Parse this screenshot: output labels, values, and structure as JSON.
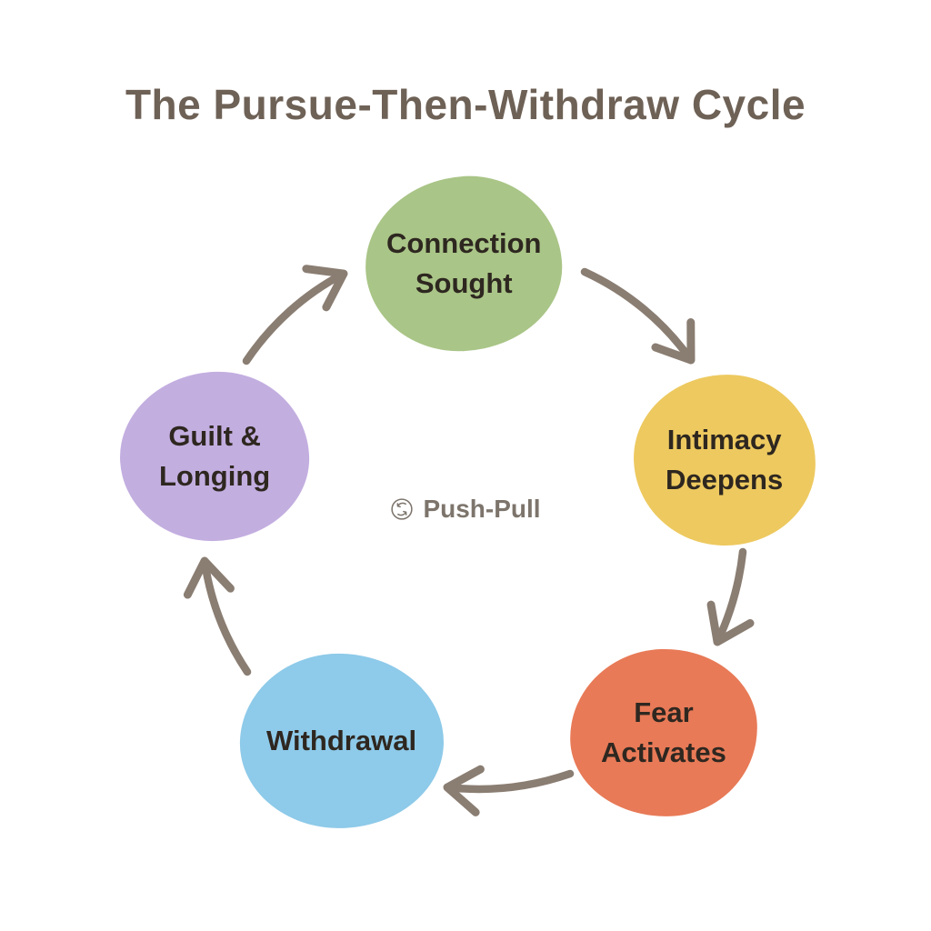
{
  "title": "The Pursue-Then-Withdraw Cycle",
  "center_label": {
    "icon": "cycle-arrows-icon",
    "text": "Push-Pull"
  },
  "nodes": [
    {
      "name": "connection-sought",
      "label": "Connection\nSought",
      "color": "#a9c587",
      "position": "top"
    },
    {
      "name": "intimacy-deepens",
      "label": "Intimacy\nDeepens",
      "color": "#edc95f",
      "position": "right"
    },
    {
      "name": "fear-activates",
      "label": "Fear\nActivates",
      "color": "#e87a57",
      "position": "bottom-right"
    },
    {
      "name": "withdrawal",
      "label": "Withdrawal",
      "color": "#8ecae9",
      "position": "bottom-left"
    },
    {
      "name": "guilt-longing",
      "label": "Guilt &\nLonging",
      "color": "#c3aee0",
      "position": "left"
    }
  ],
  "edges": [
    {
      "from": "connection-sought",
      "to": "intimacy-deepens"
    },
    {
      "from": "intimacy-deepens",
      "to": "fear-activates"
    },
    {
      "from": "fear-activates",
      "to": "withdrawal"
    },
    {
      "from": "withdrawal",
      "to": "guilt-longing"
    },
    {
      "from": "guilt-longing",
      "to": "connection-sought"
    }
  ],
  "colors": {
    "background": "#ffffff",
    "title": "#6e6156",
    "arrow": "#8a7d72",
    "node_text": "#2e2720",
    "center_text": "#7d756c"
  }
}
